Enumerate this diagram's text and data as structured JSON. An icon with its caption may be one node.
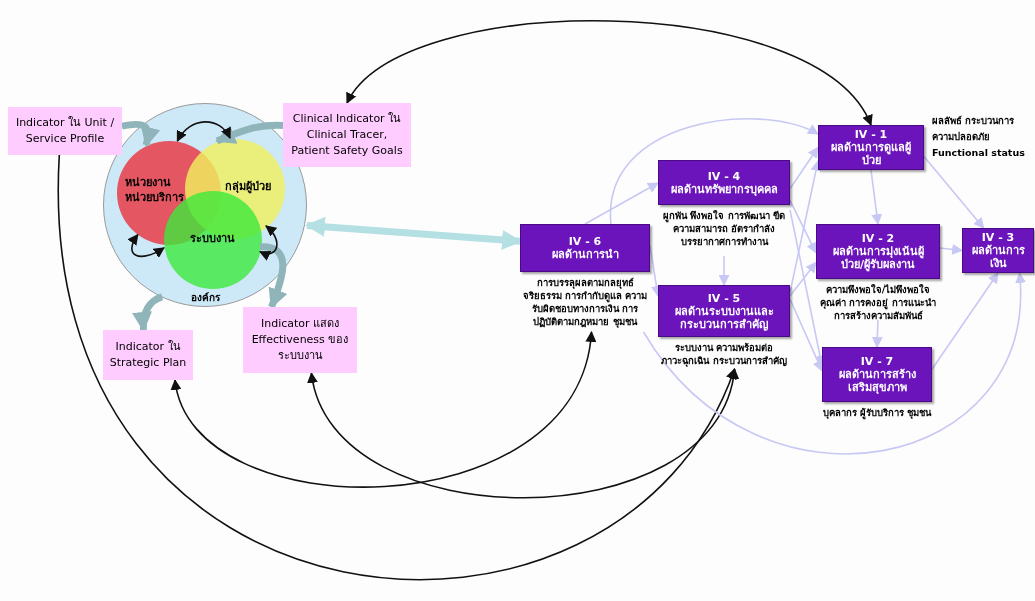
{
  "diagram": {
    "nodes": [
      {
        "text": [
          "Indicator ใน Unit / Service Profile"
        ]
      },
      {
        "text": [
          "Clinical Indicator ใน Clinical Tracer, Patient Safety Goals"
        ]
      },
      {
        "text": [
          "Indicator ใน Strategic Plan"
        ]
      },
      {
        "text": [
          "Indicator แสดง Effectiveness ของ ระบบงาน"
        ]
      },
      {
        "text": [
          "องค์กร"
        ]
      },
      {
        "text": [
          "หน่วยงาน หน่วยบริการ"
        ],
        "in": 4
      },
      {
        "text": [
          "กลุ่มผู้ป่วย"
        ],
        "in": 4
      },
      {
        "text": [
          "ระบบงาน"
        ],
        "in": 4
      },
      {
        "text": [
          "IV - 6",
          "ผลด้านการนำ"
        ],
        "beside": [
          "การบรรลุผลตามกลยุทธ์ จริยธรรม การกำกับดูแล ความรับผิดชอบทางการเงิน การปฏิบัติตามกฎหมาย ชุมชน"
        ]
      },
      {
        "text": [
          "IV - 4",
          "ผลด้านทรัพยากรบุคคล"
        ],
        "beside": [
          "ผูกพัน พึงพอใจ การพัฒนา ขีดความสามารถ อัตรากำลัง บรรยากาศการทำงาน"
        ]
      },
      {
        "text": [
          "IV - 5",
          "ผลด้านระบบงานและกระบวนการสำคัญ"
        ],
        "beside": [
          "ระบบงาน ความพร้อมต่อภาวะฉุกเฉิน กระบวนการสำคัญ"
        ]
      },
      {
        "text": [
          "IV - 1",
          "ผลด้านการดูแลผู้ป่วย"
        ],
        "beside": [
          "ผลลัพธ์ กระบวนการ ความปลอดภัย Functional status"
        ]
      },
      {
        "text": [
          "IV - 2",
          "ผลด้านการมุ่งเน้นผู้ป่วย/ผู้รับผลงาน"
        ],
        "beside": [
          "ความพึงพอใจ/ไม่พึงพอใจ คุณค่า การคงอยู่ การแนะนำ การสร้างความสัมพันธ์"
        ]
      },
      {
        "text": [
          "IV - 7",
          "ผลด้านการสร้างเสริมสุขภาพ"
        ],
        "beside": [
          "บุคลากร ผู้รับบริการ ชุมชน"
        ]
      },
      {
        "text": [
          "IV - 3",
          "ผลด้านการเงิน"
        ]
      }
    ],
    "edges": [
      {
        "from": 1,
        "to": 11,
        "arrow": "both",
        "color": "#111111"
      },
      {
        "from": 0,
        "to": 10,
        "arrow": "to",
        "color": "#111111"
      },
      {
        "from": 2,
        "to": 8,
        "arrow": "both",
        "color": "#111111"
      },
      {
        "from": 3,
        "to": 10,
        "arrow": "both",
        "color": "#111111"
      },
      {
        "from": 4,
        "to": 8,
        "arrow": "both",
        "style": "thick",
        "color": "#b4e0e4"
      },
      {
        "from": 0,
        "to": 5,
        "arrow": "to",
        "style": "thick",
        "color": "#8fb5ba"
      },
      {
        "from": 1,
        "to": 6,
        "arrow": "to",
        "style": "thick",
        "color": "#8fb5ba"
      },
      {
        "from": 7,
        "to": 3,
        "arrow": "to",
        "style": "thick",
        "color": "#8fb5ba"
      },
      {
        "from": 4,
        "to": 2,
        "arrow": "to",
        "style": "thick",
        "color": "#8fb5ba"
      },
      {
        "from": 5,
        "to": 6,
        "arrow": "both",
        "color": "#111111"
      },
      {
        "from": 5,
        "to": 7,
        "arrow": "both",
        "color": "#111111"
      },
      {
        "from": 6,
        "to": 7,
        "arrow": "both",
        "color": "#111111"
      },
      {
        "from": 8,
        "to": 9,
        "arrow": "to"
      },
      {
        "from": 8,
        "to": 10,
        "arrow": "to"
      },
      {
        "from": 9,
        "to": 10,
        "arrow": "to"
      },
      {
        "from": 9,
        "to": 11,
        "arrow": "to"
      },
      {
        "from": 9,
        "to": 12,
        "arrow": "to"
      },
      {
        "from": 9,
        "to": 13,
        "arrow": "to"
      },
      {
        "from": 10,
        "to": 11,
        "arrow": "to"
      },
      {
        "from": 10,
        "to": 12,
        "arrow": "to"
      },
      {
        "from": 10,
        "to": 13,
        "arrow": "to"
      },
      {
        "from": 11,
        "to": 12,
        "arrow": "to"
      },
      {
        "from": 12,
        "to": 14,
        "arrow": "to"
      },
      {
        "from": 12,
        "to": 13,
        "arrow": "to"
      },
      {
        "from": 11,
        "to": 14,
        "arrow": "to"
      },
      {
        "from": 13,
        "to": 14,
        "arrow": "to"
      },
      {
        "from": 8,
        "to": 11,
        "arrow": "to"
      },
      {
        "from": 8,
        "to": 14,
        "arrow": "to"
      }
    ]
  }
}
